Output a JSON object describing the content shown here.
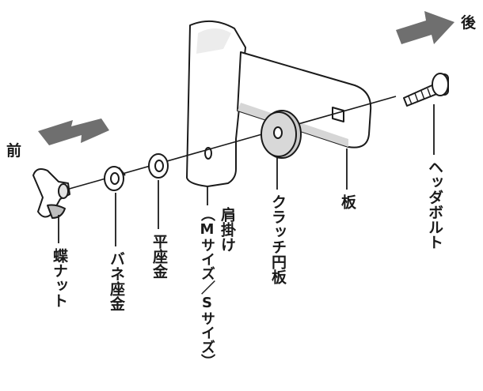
{
  "directions": {
    "front": "前",
    "back": "後"
  },
  "parts": {
    "wing_nut": "蝶ナット",
    "spring_washer": "バネ座金",
    "flat_washer": "平座金",
    "shoulder_mount": "肩掛け",
    "size_note": "（Mサイズ／Sサイズ）",
    "clutch_disc": "クラッチ円板",
    "plate": "板",
    "head_bolt": "ヘッダボルト"
  },
  "colors": {
    "line": "#1a1a1a",
    "arrow": "#6f6f6f",
    "part_fill": "#ffffff",
    "disc_fill": "#c9c9c9",
    "shadow": "#d6d6d6"
  }
}
